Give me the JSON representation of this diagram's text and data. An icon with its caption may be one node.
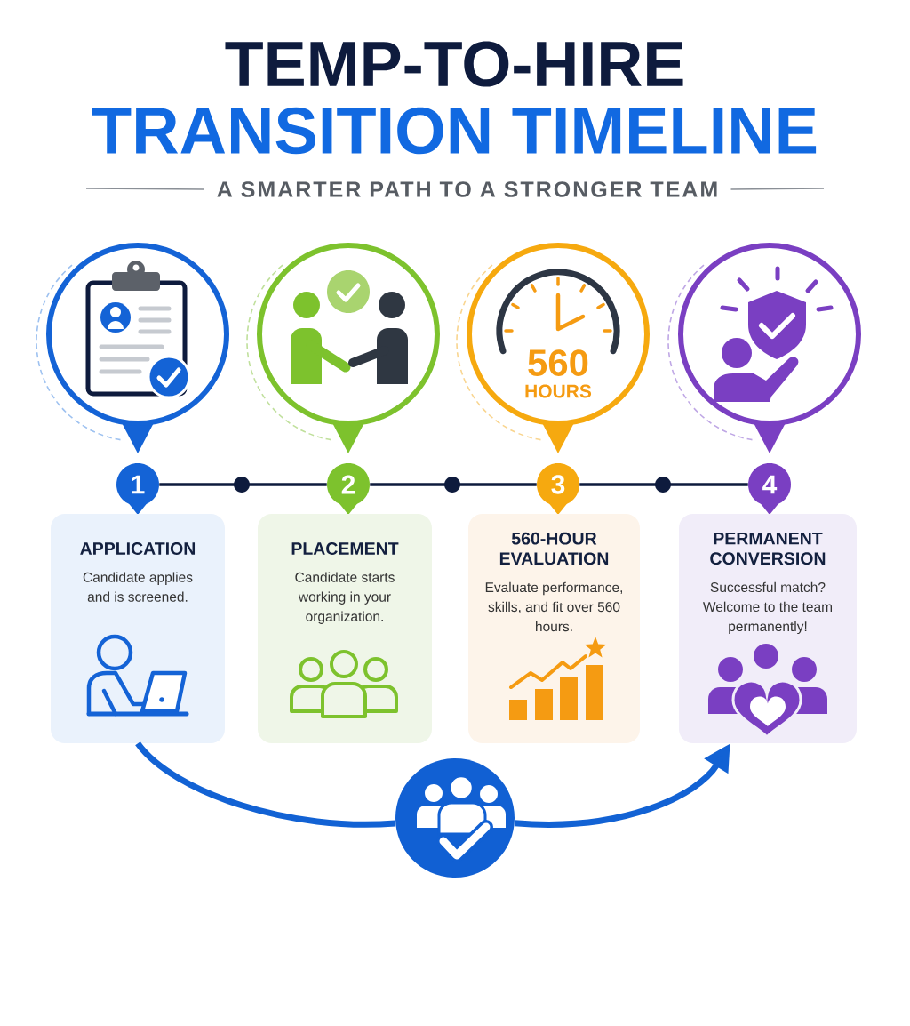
{
  "diagram": {
    "title": "TEMP-TO-HIRE",
    "nodes": [
      {
        "text": [],
        "shape": "circle"
      },
      {
        "text": [],
        "shape": "circle"
      },
      {
        "text": [
          "560",
          "HOURS"
        ]
      },
      {
        "text": [],
        "shape": "circle"
      },
      {
        "text": [
          "1"
        ]
      },
      {
        "text": [
          "2"
        ]
      },
      {
        "text": [
          "3"
        ]
      },
      {
        "text": [
          "4"
        ]
      },
      {
        "text": [
          "APPLICATION",
          "Candidate applies and is screened."
        ]
      },
      {
        "text": [
          "PLACEMENT",
          "Candidate starts working in your organization."
        ]
      },
      {
        "text": [
          "560-HOUR EVALUATION",
          "Evaluate performance, skills, and fit over 560 hours."
        ]
      },
      {
        "text": [
          "PERMANENT CONVERSION",
          "Successful match? Welcome to the team permanently!"
        ]
      },
      {
        "text": [],
        "shape": "circle"
      }
    ],
    "edges": [
      {
        "from": 4,
        "to": 5,
        "arrow": "none"
      },
      {
        "from": 5,
        "to": 6,
        "arrow": "none"
      },
      {
        "from": 6,
        "to": 7,
        "arrow": "none"
      },
      {
        "from": 8,
        "to": 12,
        "arrow": "none",
        "style": "thick",
        "color": "#1262d4"
      },
      {
        "from": 12,
        "to": 11,
        "arrow": "to",
        "style": "thick",
        "color": "#1262d4"
      }
    ],
    "labels": [
      "TRANSITION TIMELINE",
      "A SMARTER PATH TO A STRONGER TEAM"
    ]
  }
}
